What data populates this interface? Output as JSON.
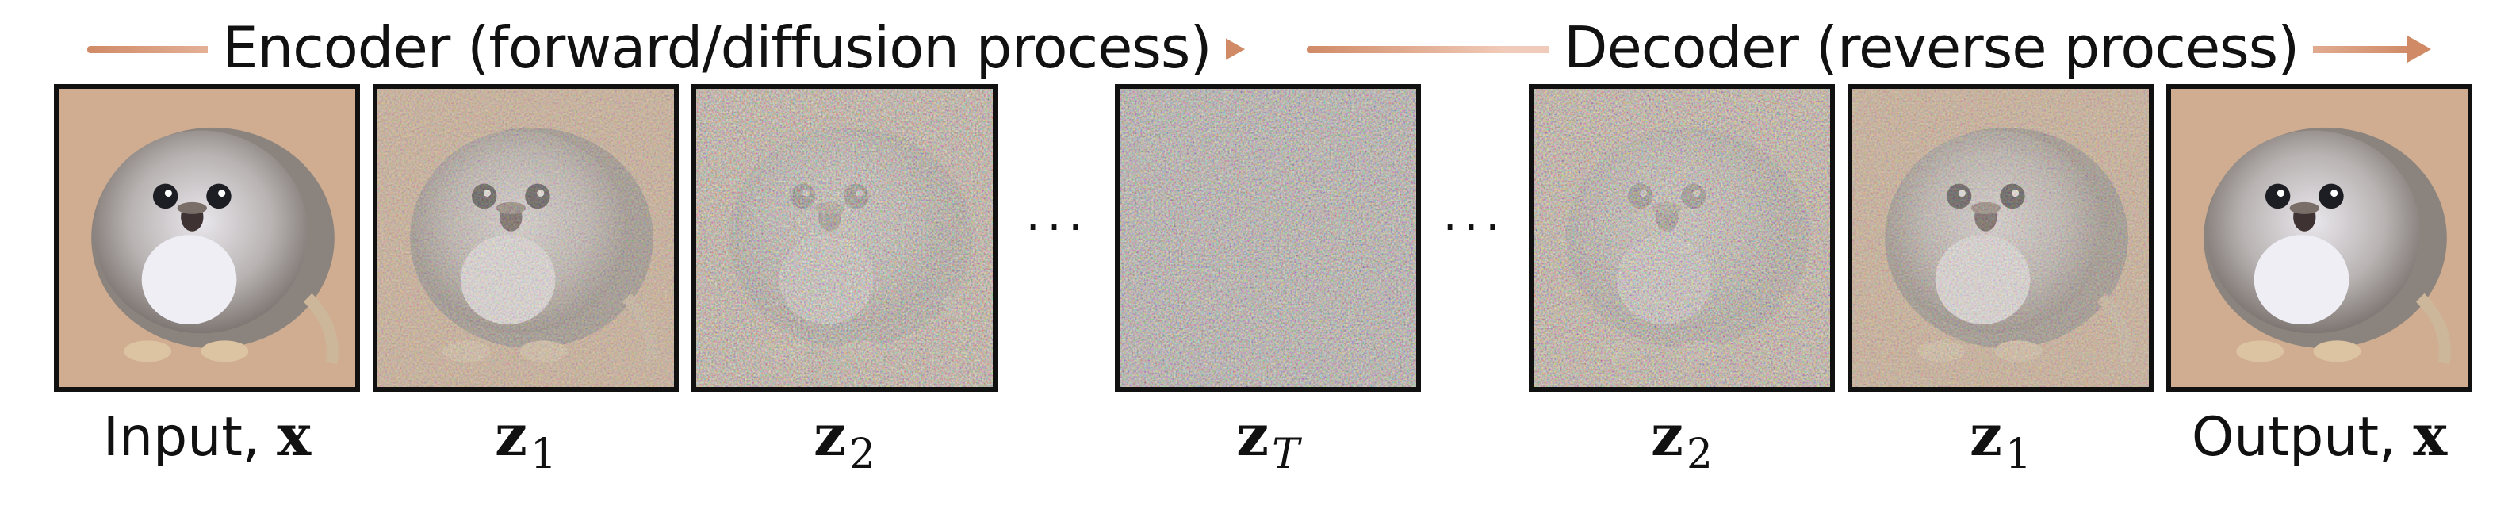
{
  "colors": {
    "arrow": "#d08a66",
    "arrow_light": "#f1cbb9",
    "border": "#111111",
    "background": "#ffffff"
  },
  "encoder": {
    "label": "Encoder (forward/diffusion process)"
  },
  "decoder": {
    "label": "Decoder (reverse process)"
  },
  "ellipsis": "···",
  "panels": [
    {
      "name": "input",
      "prefix": "Input, ",
      "var": "x",
      "sub": "",
      "sub_italic": false,
      "noise": 0.0
    },
    {
      "name": "z1-encoder",
      "prefix": "",
      "var": "z",
      "sub": "1",
      "sub_italic": false,
      "noise": 0.35
    },
    {
      "name": "z2-encoder",
      "prefix": "",
      "var": "z",
      "sub": "2",
      "sub_italic": false,
      "noise": 0.65
    },
    {
      "name": "zT",
      "prefix": "",
      "var": "z",
      "sub": "T",
      "sub_italic": true,
      "noise": 1.0
    },
    {
      "name": "z2-decoder",
      "prefix": "",
      "var": "z",
      "sub": "2",
      "sub_italic": false,
      "noise": 0.65
    },
    {
      "name": "z1-decoder",
      "prefix": "",
      "var": "z",
      "sub": "1",
      "sub_italic": false,
      "noise": 0.35
    },
    {
      "name": "output",
      "prefix": "Output, ",
      "var": "x",
      "sub": "",
      "sub_italic": false,
      "noise": 0.0
    }
  ]
}
